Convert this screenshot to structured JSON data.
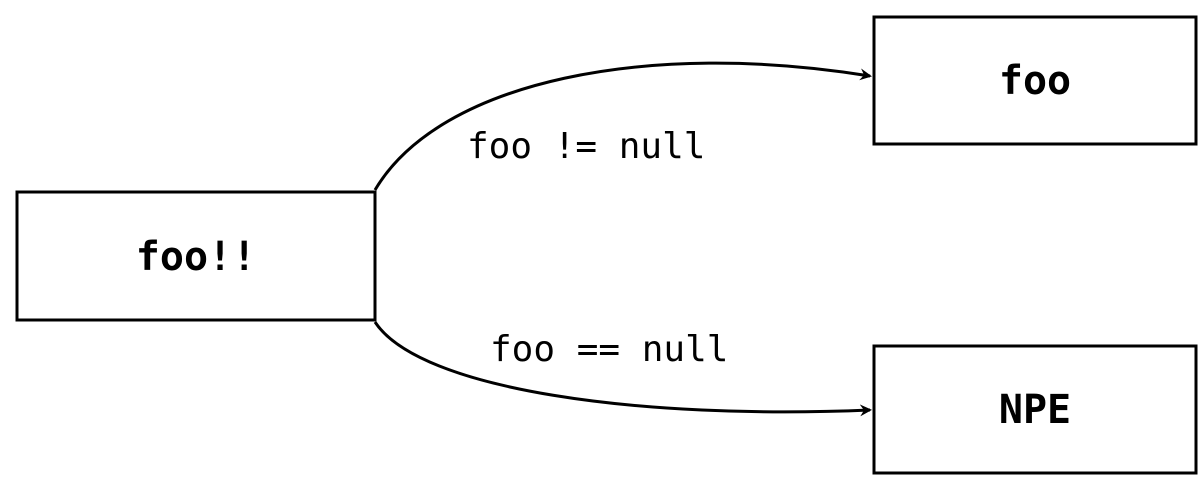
{
  "nodes": {
    "source": {
      "label": "foo!!"
    },
    "success": {
      "label": "foo"
    },
    "failure": {
      "label": "NPE"
    }
  },
  "edges": {
    "not_null": {
      "label": "foo != null"
    },
    "is_null": {
      "label": "foo == null"
    }
  },
  "colors": {
    "stroke": "#000000",
    "background": "#ffffff"
  }
}
